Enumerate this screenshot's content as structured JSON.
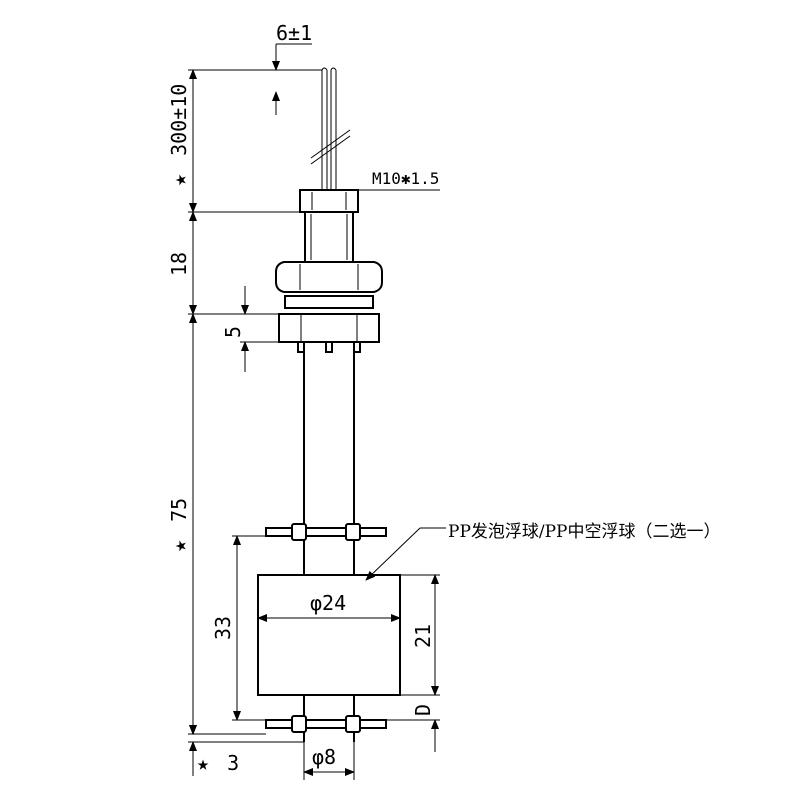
{
  "drawing": {
    "dimensions": {
      "wire_gap": "6±1",
      "cable_length": "300±10",
      "thread_spec": "M10✱1.5",
      "thread_height": "18",
      "flange_height": "5",
      "rod_length": "75",
      "float_height": "33",
      "float_body_height": "21",
      "float_diameter": "φ24",
      "bottom_offset": "3",
      "rod_diameter": "φ8",
      "float_travel": "D"
    },
    "float_callout": "PP发泡浮球/PP中空浮球（二选一）",
    "star_mark": "★"
  }
}
